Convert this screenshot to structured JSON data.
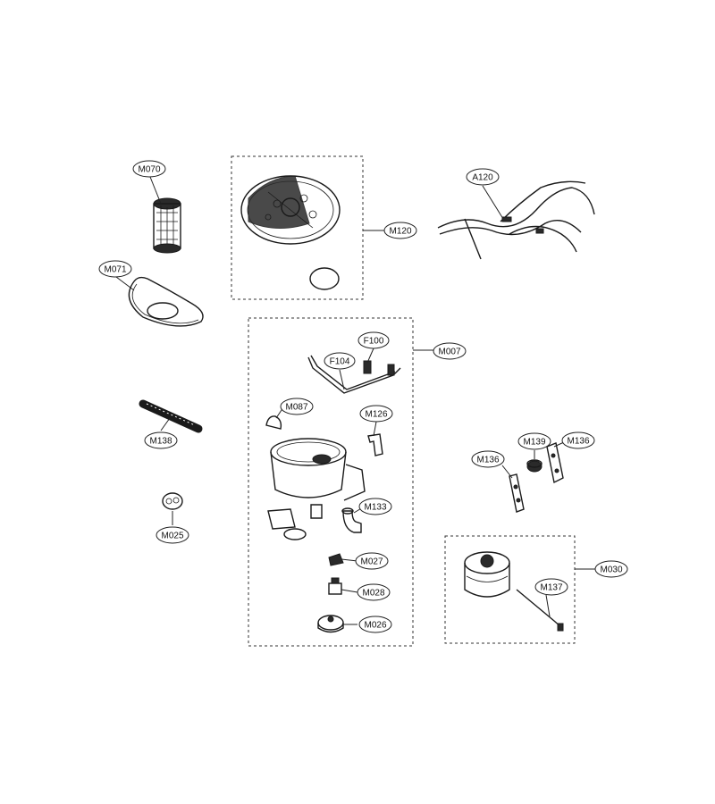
{
  "labels": {
    "m070": "M070",
    "m071": "M071",
    "m138": "M138",
    "m025": "M025",
    "m120": "M120",
    "a120": "A120",
    "m007": "M007",
    "f100": "F100",
    "f104": "F104",
    "m087": "M087",
    "m126": "M126",
    "m133": "M133",
    "m027": "M027",
    "m028": "M028",
    "m026": "M026",
    "m136a": "M136",
    "m139": "M139",
    "m136b": "M136",
    "m030": "M030",
    "m137": "M137"
  },
  "colors": {
    "ink": "#1a1a1a",
    "box": "#333333",
    "background": "#ffffff"
  }
}
